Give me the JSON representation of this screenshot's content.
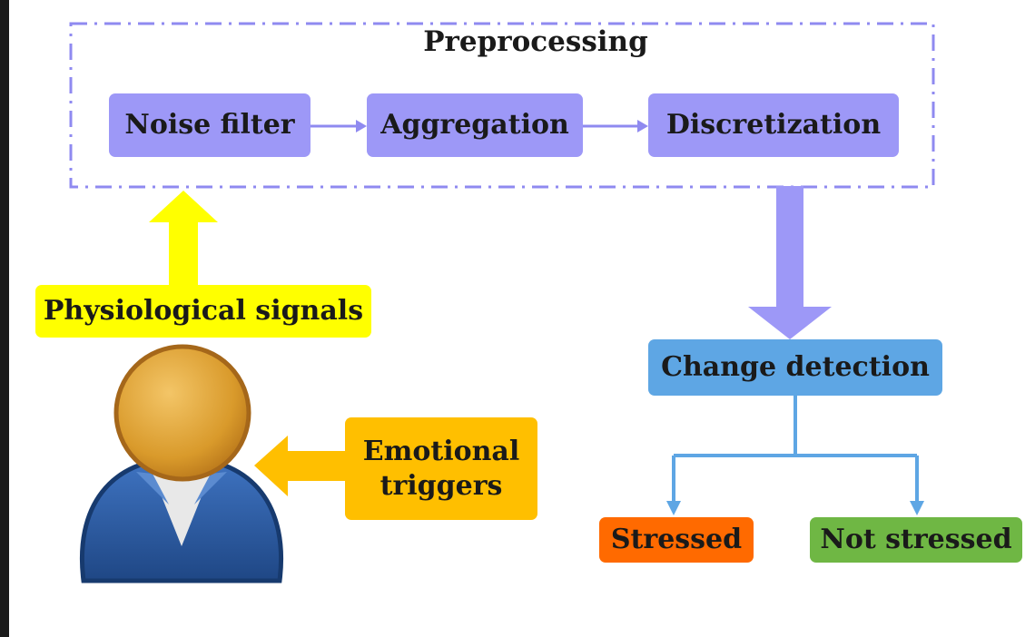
{
  "preprocessing": {
    "title": "Preprocessing",
    "steps": [
      "Noise filter",
      "Aggregation",
      "Discretization"
    ]
  },
  "input": {
    "signals_label": "Physiological signals",
    "triggers_label": "Emotional\ntriggers"
  },
  "detection": {
    "label": "Change detection",
    "outcomes": [
      "Stressed",
      "Not stressed"
    ]
  },
  "colors": {
    "process_step": "#9d98f7",
    "dashed_frame": "#8f8af0",
    "signals": "#ffff00",
    "triggers": "#ffbf00",
    "detection": "#5ea6e4",
    "stressed": "#ff6a00",
    "not_stressed": "#6fb744",
    "person_head": "#d99a2b",
    "person_body": "#2f5fa8"
  },
  "icons": [
    "person-icon"
  ]
}
